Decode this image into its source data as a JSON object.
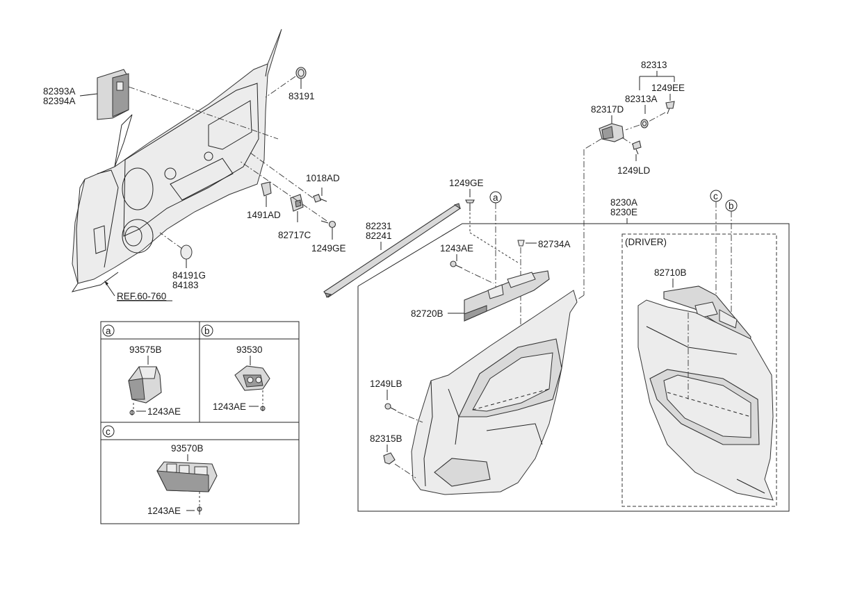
{
  "labels": {
    "p82393A": "82393A",
    "p82394A": "82394A",
    "p83191": "83191",
    "p1018AD": "1018AD",
    "p1491AD": "1491AD",
    "p82717C": "82717C",
    "p1249GE_a": "1249GE",
    "p84191G": "84191G",
    "p84183": "84183",
    "ref": "REF.60-760",
    "p82313": "82313",
    "p1249EE": "1249EE",
    "p82313A": "82313A",
    "p82317D": "82317D",
    "p1249LD": "1249LD",
    "p1249GE_b": "1249GE",
    "p8230A": "8230A",
    "p8230E": "8230E",
    "p82231": "82231",
    "p82241": "82241",
    "p1243AE_main": "1243AE",
    "p82734A": "82734A",
    "p82720B": "82720B",
    "p1249LB": "1249LB",
    "p82315B": "82315B",
    "driver": "(DRIVER)",
    "p82710B": "82710B",
    "p93575B": "93575B",
    "p1243AE_a": "1243AE",
    "p93530": "93530",
    "p1243AE_b": "1243AE",
    "p93570B": "93570B",
    "p1243AE_c": "1243AE"
  },
  "callouts": {
    "a": "a",
    "b": "b",
    "c": "c"
  }
}
